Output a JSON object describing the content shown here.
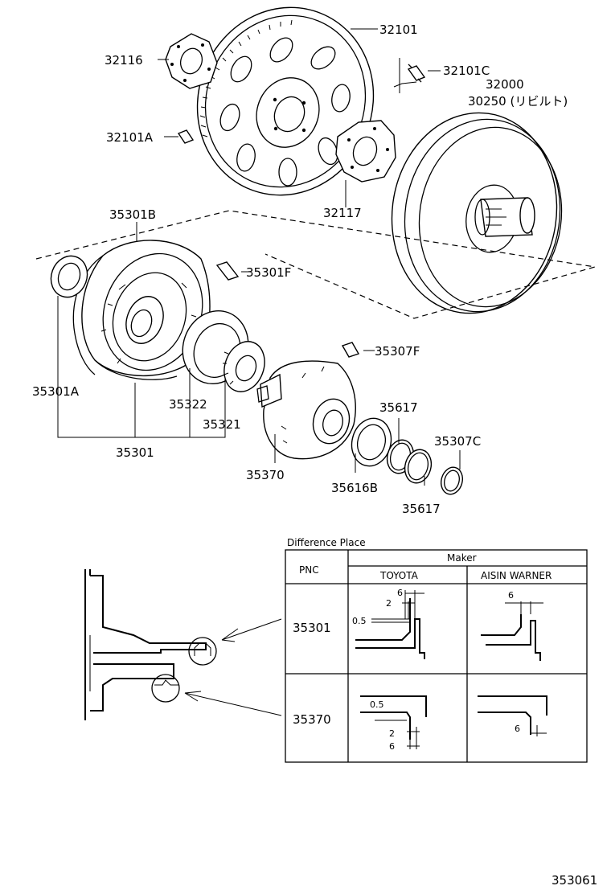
{
  "parts": {
    "p32101": "32101",
    "p32116": "32116",
    "p32101C": "32101C",
    "p32000": "32000",
    "p30250": "30250 (リビルト)",
    "p32101A": "32101A",
    "p32117": "32117",
    "p35301B": "35301B",
    "p35301F": "35301F",
    "p35307F": "35307F",
    "p35301A": "35301A",
    "p35322": "35322",
    "p35321": "35321",
    "p35617a": "35617",
    "p35307C": "35307C",
    "p35370": "35370",
    "p35616B": "35616B",
    "p35617b": "35617",
    "p35301": "35301"
  },
  "table": {
    "title": "Difference Place",
    "pnc_header": "PNC",
    "maker_header": "Maker",
    "col_toyota": "TOYOTA",
    "col_aisin": "AISIN WARNER",
    "row1_pnc": "35301",
    "row2_pnc": "35370",
    "dims": {
      "r1_toyota_a": "6",
      "r1_toyota_b": "2",
      "r1_toyota_c": "0.5",
      "r1_aisin": "6",
      "r2_toyota_a": "0.5",
      "r2_toyota_b": "2",
      "r2_toyota_c": "6",
      "r2_aisin": "6"
    }
  },
  "figure_code": "353061"
}
